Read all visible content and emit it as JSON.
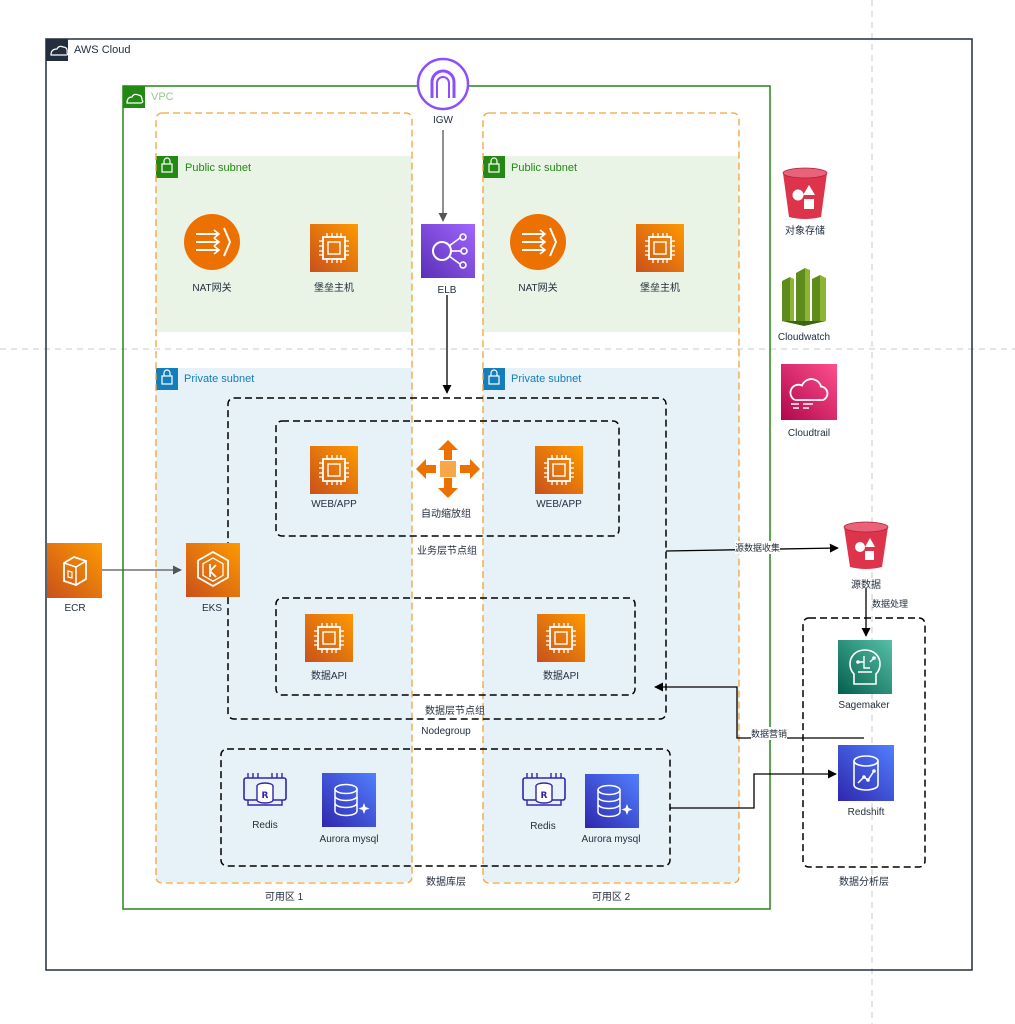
{
  "groups": {
    "aws_cloud": "AWS Cloud",
    "vpc": "VPC",
    "az1": "可用区 1",
    "az2": "可用区 2",
    "public_subnet_1": "Public subnet",
    "public_subnet_2": "Public subnet",
    "private_subnet_1": "Private subnet",
    "private_subnet_2": "Private subnet",
    "nodegroup": "Nodegroup",
    "business_nodes": "业务层节点组",
    "data_nodes": "数据层节点组",
    "db_layer": "数据库层",
    "analytics_layer": "数据分析层"
  },
  "nodes": {
    "igw": "IGW",
    "elb": "ELB",
    "nat1": "NAT网关",
    "bastion1": "堡垒主机",
    "nat2": "NAT网关",
    "bastion2": "堡垒主机",
    "s3": "对象存储",
    "cloudwatch": "Cloudwatch",
    "cloudtrail": "Cloudtrail",
    "web1": "WEB/APP",
    "autoscaling": "自动缩放组",
    "web2": "WEB/APP",
    "dataapi1": "数据API",
    "dataapi2": "数据API",
    "ecr": "ECR",
    "eks": "EKS",
    "source_data": "源数据",
    "sagemaker": "Sagemaker",
    "redshift": "Redshift",
    "redis1": "Redis",
    "aurora1": "Aurora mysql",
    "redis2": "Redis",
    "aurora2": "Aurora mysql"
  },
  "edges": {
    "collect": "源数据收集",
    "process": "数据处理",
    "marketing": "数据营销"
  },
  "colors": {
    "compute_orange": "#ED7100",
    "network_purple": "#8C4FFF",
    "storage_red": "#E7157B",
    "s3_red": "#DD344C",
    "cloudwatch_green": "#7AA116",
    "ml_green": "#01A88D",
    "db_blue": "#3B48CC",
    "vpc_green": "#248814",
    "subnet_blue": "#147EBA"
  }
}
